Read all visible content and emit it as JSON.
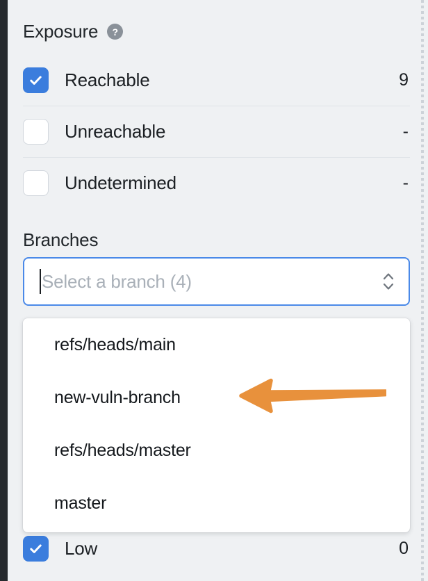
{
  "colors": {
    "page_background": "#eff1f3",
    "left_rail": "#262a2e",
    "checkbox_checked": "#3b7ddd",
    "focus_border": "#4a89e8",
    "annotation_arrow": "#e8913c",
    "divider": "#dfe3e7",
    "placeholder_text": "#a9b0b8",
    "help_icon_bg": "#8a9199"
  },
  "exposure": {
    "title": "Exposure",
    "help_icon": "question-mark-circle-icon",
    "help_glyph": "?",
    "rows": [
      {
        "label": "Reachable",
        "count": "9",
        "checked": true
      },
      {
        "label": "Unreachable",
        "count": "-",
        "checked": false
      },
      {
        "label": "Undetermined",
        "count": "-",
        "checked": false
      }
    ]
  },
  "branches": {
    "title": "Branches",
    "select": {
      "placeholder": "Select a branch (4)",
      "value": "",
      "caret_visible": true,
      "icon": "chevron-up-down-icon"
    },
    "dropdown": {
      "open": true,
      "options": [
        "refs/heads/main",
        "new-vuln-branch",
        "refs/heads/master",
        "master"
      ]
    }
  },
  "severity": {
    "rows": [
      {
        "label": "Low",
        "count": "0",
        "checked": true
      }
    ]
  },
  "annotation": {
    "type": "arrow",
    "direction": "left",
    "points_at": "new-vuln-branch"
  }
}
